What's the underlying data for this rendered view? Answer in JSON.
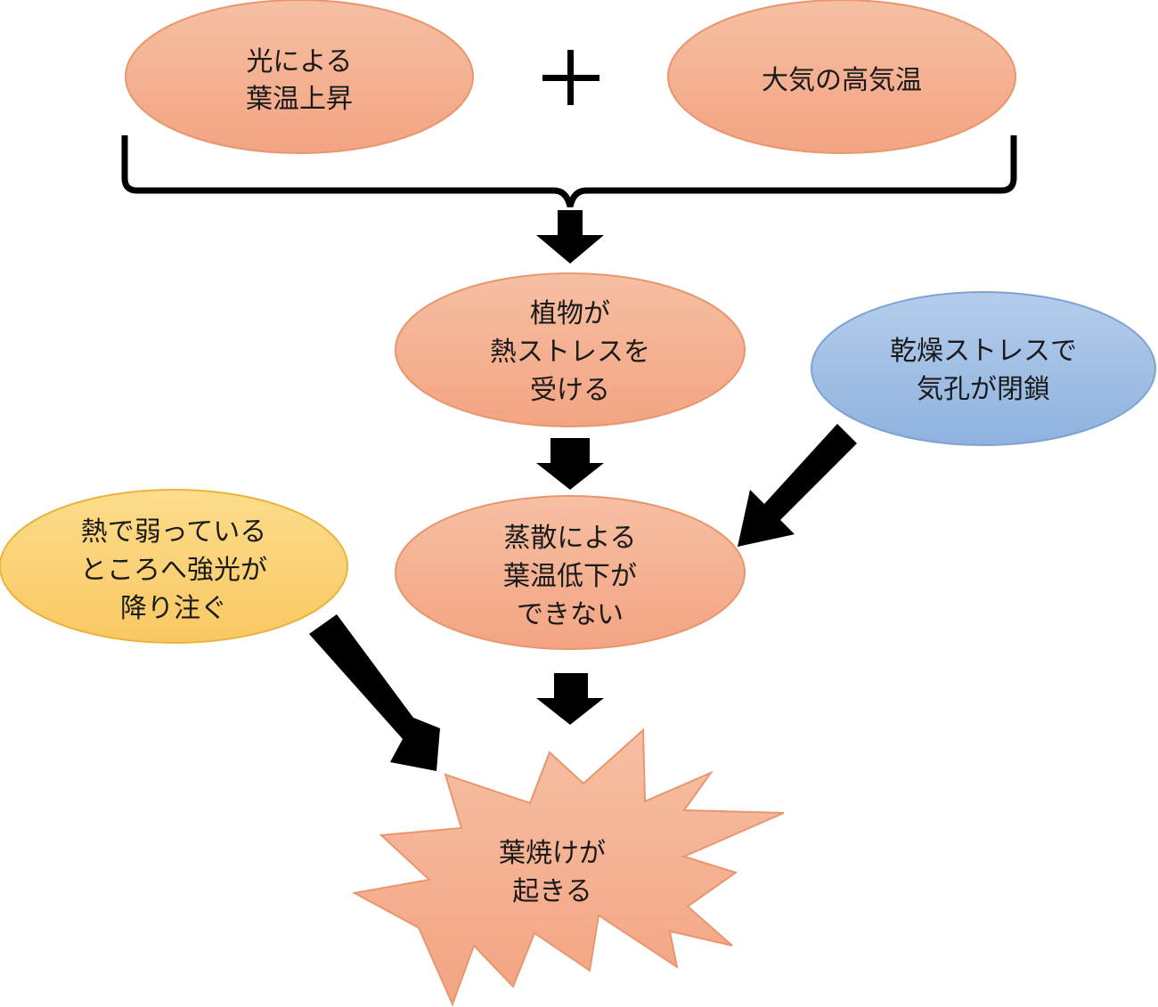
{
  "colors": {
    "salmon_fill_top": "#f6bfa3",
    "salmon_fill_bottom": "#f3a482",
    "salmon_stroke": "#e8966e",
    "blue_fill_top": "#b4cdec",
    "blue_fill_bottom": "#8fb2de",
    "blue_stroke": "#7ea3d1",
    "yellow_fill_top": "#fcdc8c",
    "yellow_fill_bottom": "#f9c862",
    "yellow_stroke": "#e8b43c",
    "arrow": "#000000"
  },
  "nodes": {
    "light_temp_rise": {
      "lines": [
        "光による",
        "葉温上昇"
      ]
    },
    "plus_sign": "+",
    "high_air_temp": {
      "lines": [
        "大気の高気温"
      ]
    },
    "heat_stress": {
      "lines": [
        "植物が",
        "熱ストレスを",
        "受ける"
      ]
    },
    "drought_stomata": {
      "lines": [
        "乾燥ストレスで",
        "気孔が閉鎖"
      ]
    },
    "no_transpiration_cooling": {
      "lines": [
        "蒸散による",
        "葉温低下が",
        "できない"
      ]
    },
    "strong_light": {
      "lines": [
        "熱で弱っている",
        "ところへ強光が",
        "降り注ぐ"
      ]
    },
    "leaf_scorch": {
      "lines": [
        "葉焼けが",
        "起きる"
      ]
    }
  }
}
